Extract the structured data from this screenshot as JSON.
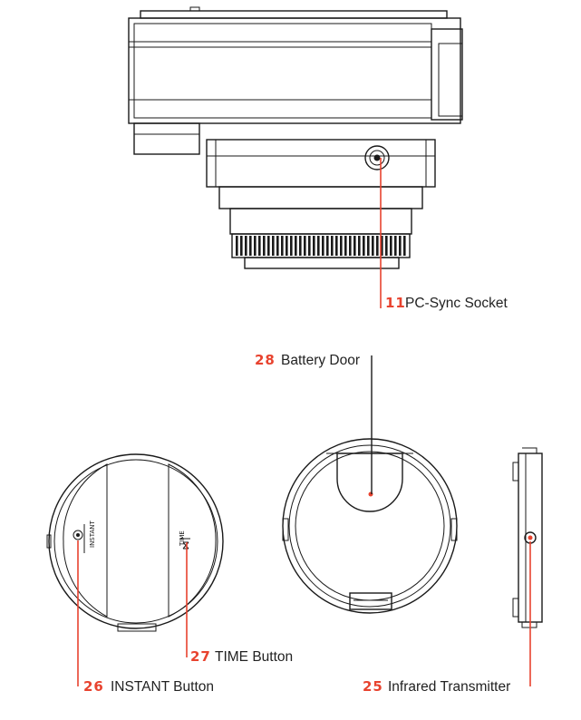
{
  "colors": {
    "accent": "#e8432f",
    "line": "#1a1a1a",
    "text": "#222222"
  },
  "callouts": {
    "pc_sync": {
      "number": "11",
      "label": "PC-Sync Socket"
    },
    "battery_door": {
      "number": "28",
      "label": "Battery Door"
    },
    "time_button": {
      "number": "27",
      "label": "TIME Button"
    },
    "instant_button": {
      "number": "26",
      "label": "INSTANT Button"
    },
    "infrared": {
      "number": "25",
      "label": "Infrared Transmitter"
    }
  },
  "device_markings": {
    "instant": "INSTANT",
    "time": "TIME"
  }
}
